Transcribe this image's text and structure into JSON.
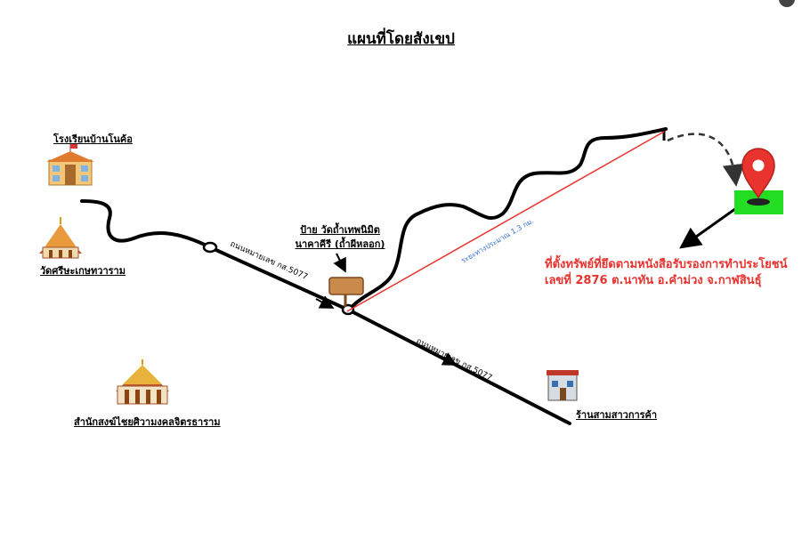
{
  "title": "แผนที่โดยสังเขป",
  "places": {
    "school": "โรงเรียนบ้านโนค้อ",
    "temple_1": "วัดศรีษะเกษทวาราม",
    "temple_2": "สำนักสงฆ์ไชยศิวามงคลจิตรธาราม",
    "sign_line_1": "ป้าย วัดถ้ำเทพนิมิต",
    "sign_line_2": "นาคาคีรี (ถ้ำผีหลอก)",
    "shop": "ร้านสามสาวการค้า"
  },
  "roads": {
    "road_label_1": "ถนนหมายเลข กส.5077",
    "road_label_2": "ถนนหมายเลข กส.5077"
  },
  "distance_label": "ระยะทางประมาณ 1.3 กม.",
  "property_note": {
    "line_1": "ที่ตั้งทรัพย์ที่ยึดตามหนังสือรับรองการทำประโยชน์",
    "line_2": "เลขที่ 2876 ต.นาทัน อ.คำม่วง จ.กาฬสินธุ์"
  },
  "icons": {
    "school": "school-building-icon",
    "temple_1": "temple-icon",
    "temple_2": "temple-icon",
    "sign": "wooden-sign-icon",
    "shop": "shop-icon",
    "pin": "location-pin-icon"
  },
  "colors": {
    "road": "#000000",
    "distance_line": "#e8332f",
    "distance_text": "#2f6fd6",
    "note": "#e8332f",
    "pin": "#e8332f",
    "parcel": "#22dd22"
  }
}
